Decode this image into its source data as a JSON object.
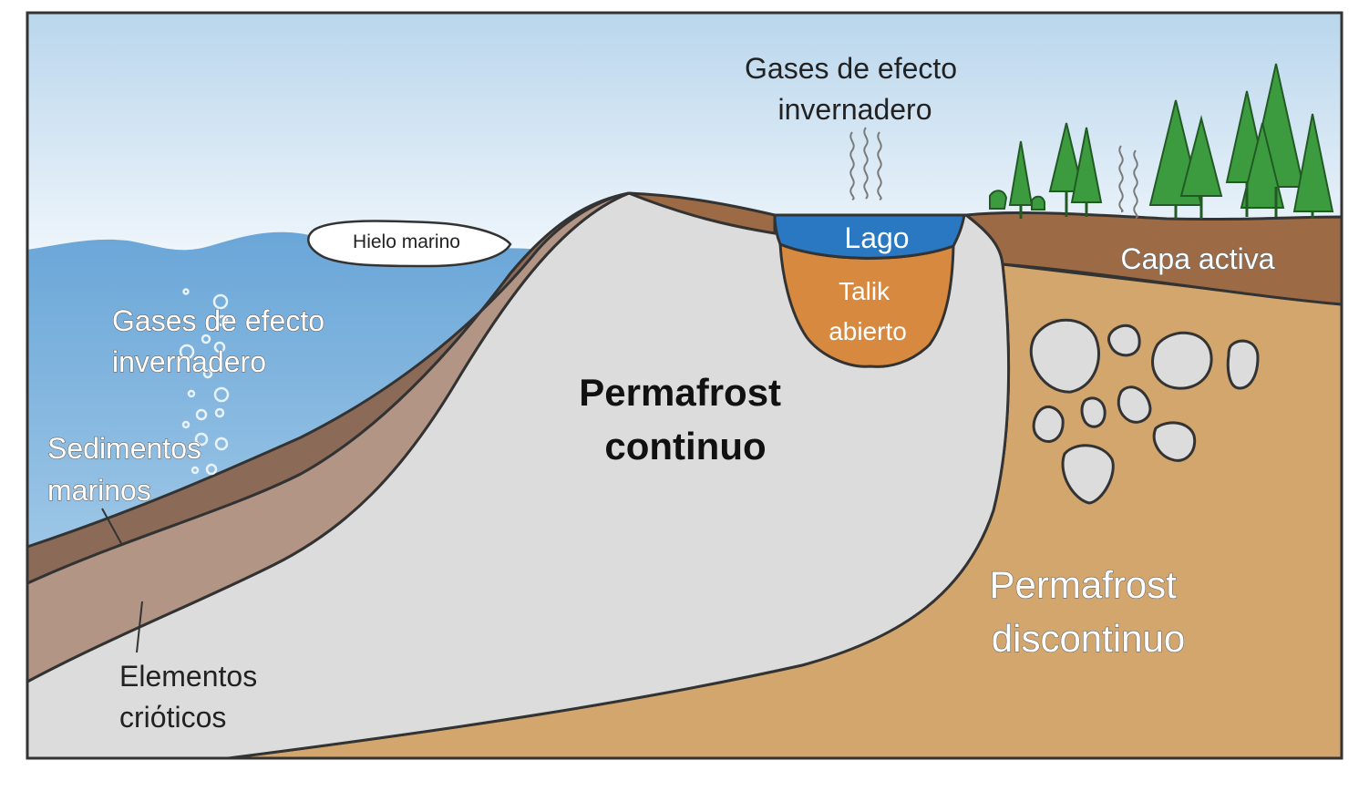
{
  "labels": {
    "greenhouse_gases_air": [
      "Gases de efecto",
      "invernadero"
    ],
    "sea_ice": "Hielo marino",
    "greenhouse_gases_sea": [
      "Gases de efecto",
      "invernadero"
    ],
    "marine_sediments": [
      "Sedimentos",
      "marinos"
    ],
    "cryotic_elements": [
      "Elementos",
      "criόticos"
    ],
    "lake": "Lago",
    "open_talik": [
      "Talik",
      "abierto"
    ],
    "active_layer": "Capa activa",
    "continuous_permafrost": [
      "Permafrost",
      "continuo"
    ],
    "discontinuous_permafrost": [
      "Permafrost",
      "discontinuo"
    ]
  },
  "colors": {
    "sky": "#d4e6f3",
    "sea": "#7fb2dc",
    "lake": "#2a77c2",
    "talik": "#d78a3f",
    "sediment_dark": "#8b6b58",
    "sediment_light": "#b39585",
    "permafrost_continuous": "#dcdcdc",
    "permafrost_discontinuous": "#d2a66d",
    "active_layer": "#9c6a44",
    "tree": "#3d9b3f"
  }
}
